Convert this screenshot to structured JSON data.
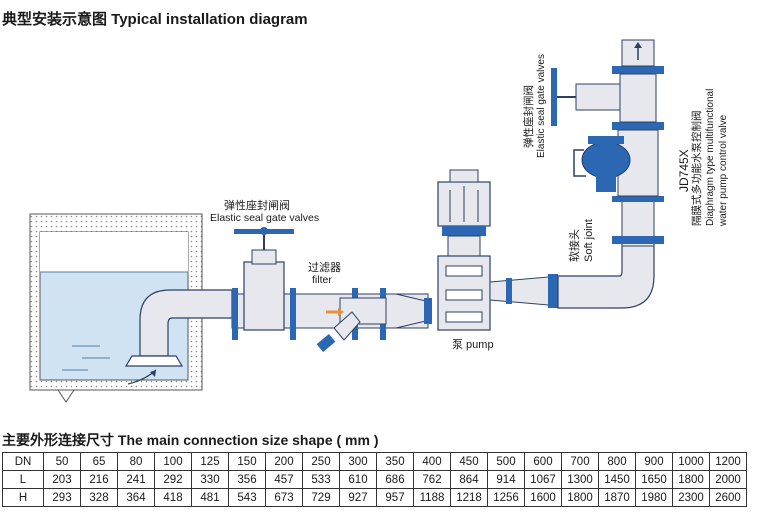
{
  "title": "典型安装示意图 Typical installation diagram",
  "labels": {
    "gate_valve_cn": "弹性座封闸阀",
    "gate_valve_en": "Elastic seal gate valves",
    "filter_cn": "过滤器",
    "filter_en": "filter",
    "pump": "泵 pump",
    "top_valve_cn": "弹性座封闸阀",
    "top_valve_en": "Elastic seal gate valves",
    "soft_joint_cn": "软接头",
    "soft_joint_en": "Soft joint",
    "control_model": "JD745X",
    "control_cn": "隔膜式多功能水泵控制阀",
    "control_en_1": "Diaphragm type multifunctional",
    "control_en_2": "water pump control valve"
  },
  "table": {
    "title": "主要外形连接尺寸 The main connection size shape ( mm )",
    "rows": [
      {
        "head": "DN",
        "values": [
          "50",
          "65",
          "80",
          "100",
          "125",
          "150",
          "200",
          "250",
          "300",
          "350",
          "400",
          "450",
          "500",
          "600",
          "700",
          "800",
          "900",
          "1000",
          "1200"
        ]
      },
      {
        "head": "L",
        "values": [
          "203",
          "216",
          "241",
          "292",
          "330",
          "356",
          "457",
          "533",
          "610",
          "686",
          "762",
          "864",
          "914",
          "1067",
          "1300",
          "1450",
          "1650",
          "1800",
          "2000"
        ]
      },
      {
        "head": "H",
        "values": [
          "293",
          "328",
          "364",
          "418",
          "481",
          "543",
          "673",
          "729",
          "927",
          "957",
          "1188",
          "1218",
          "1256",
          "1600",
          "1800",
          "1870",
          "1980",
          "2300",
          "2600"
        ]
      }
    ]
  },
  "colors": {
    "pipe_fill": "#e6e8ee",
    "pipe_stroke": "#2f3f63",
    "valve_blue": "#2b67b3",
    "water": "#cfe3f3",
    "tank_wall": "#b0b0b0",
    "arrow": "#e8913a"
  }
}
